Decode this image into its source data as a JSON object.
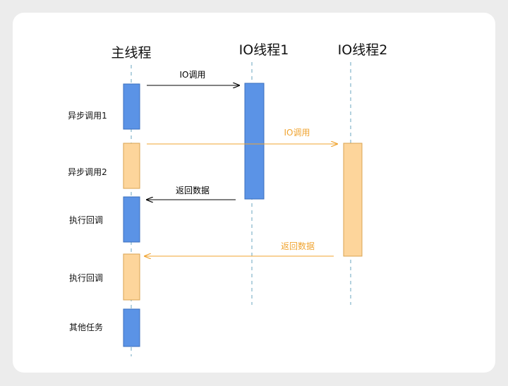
{
  "participants": [
    {
      "name": "主线程"
    },
    {
      "name": "IO线程1"
    },
    {
      "name": "IO线程2"
    }
  ],
  "side_labels": [
    "异步调用1",
    "异步调用2",
    "执行回调",
    "执行回调",
    "其他任务"
  ],
  "messages": [
    {
      "label": "IO调用",
      "color": "#000000"
    },
    {
      "label": "IO调用",
      "color": "#f0a431"
    },
    {
      "label": "返回数据",
      "color": "#000000"
    },
    {
      "label": "返回数据",
      "color": "#f0a431"
    }
  ],
  "colors": {
    "blue_block": "#5b93e6",
    "orange_block": "#fdd59b",
    "lifeline": "#6aa6bf",
    "accent": "#f0a431",
    "background": "#ececec",
    "card": "#ffffff"
  }
}
